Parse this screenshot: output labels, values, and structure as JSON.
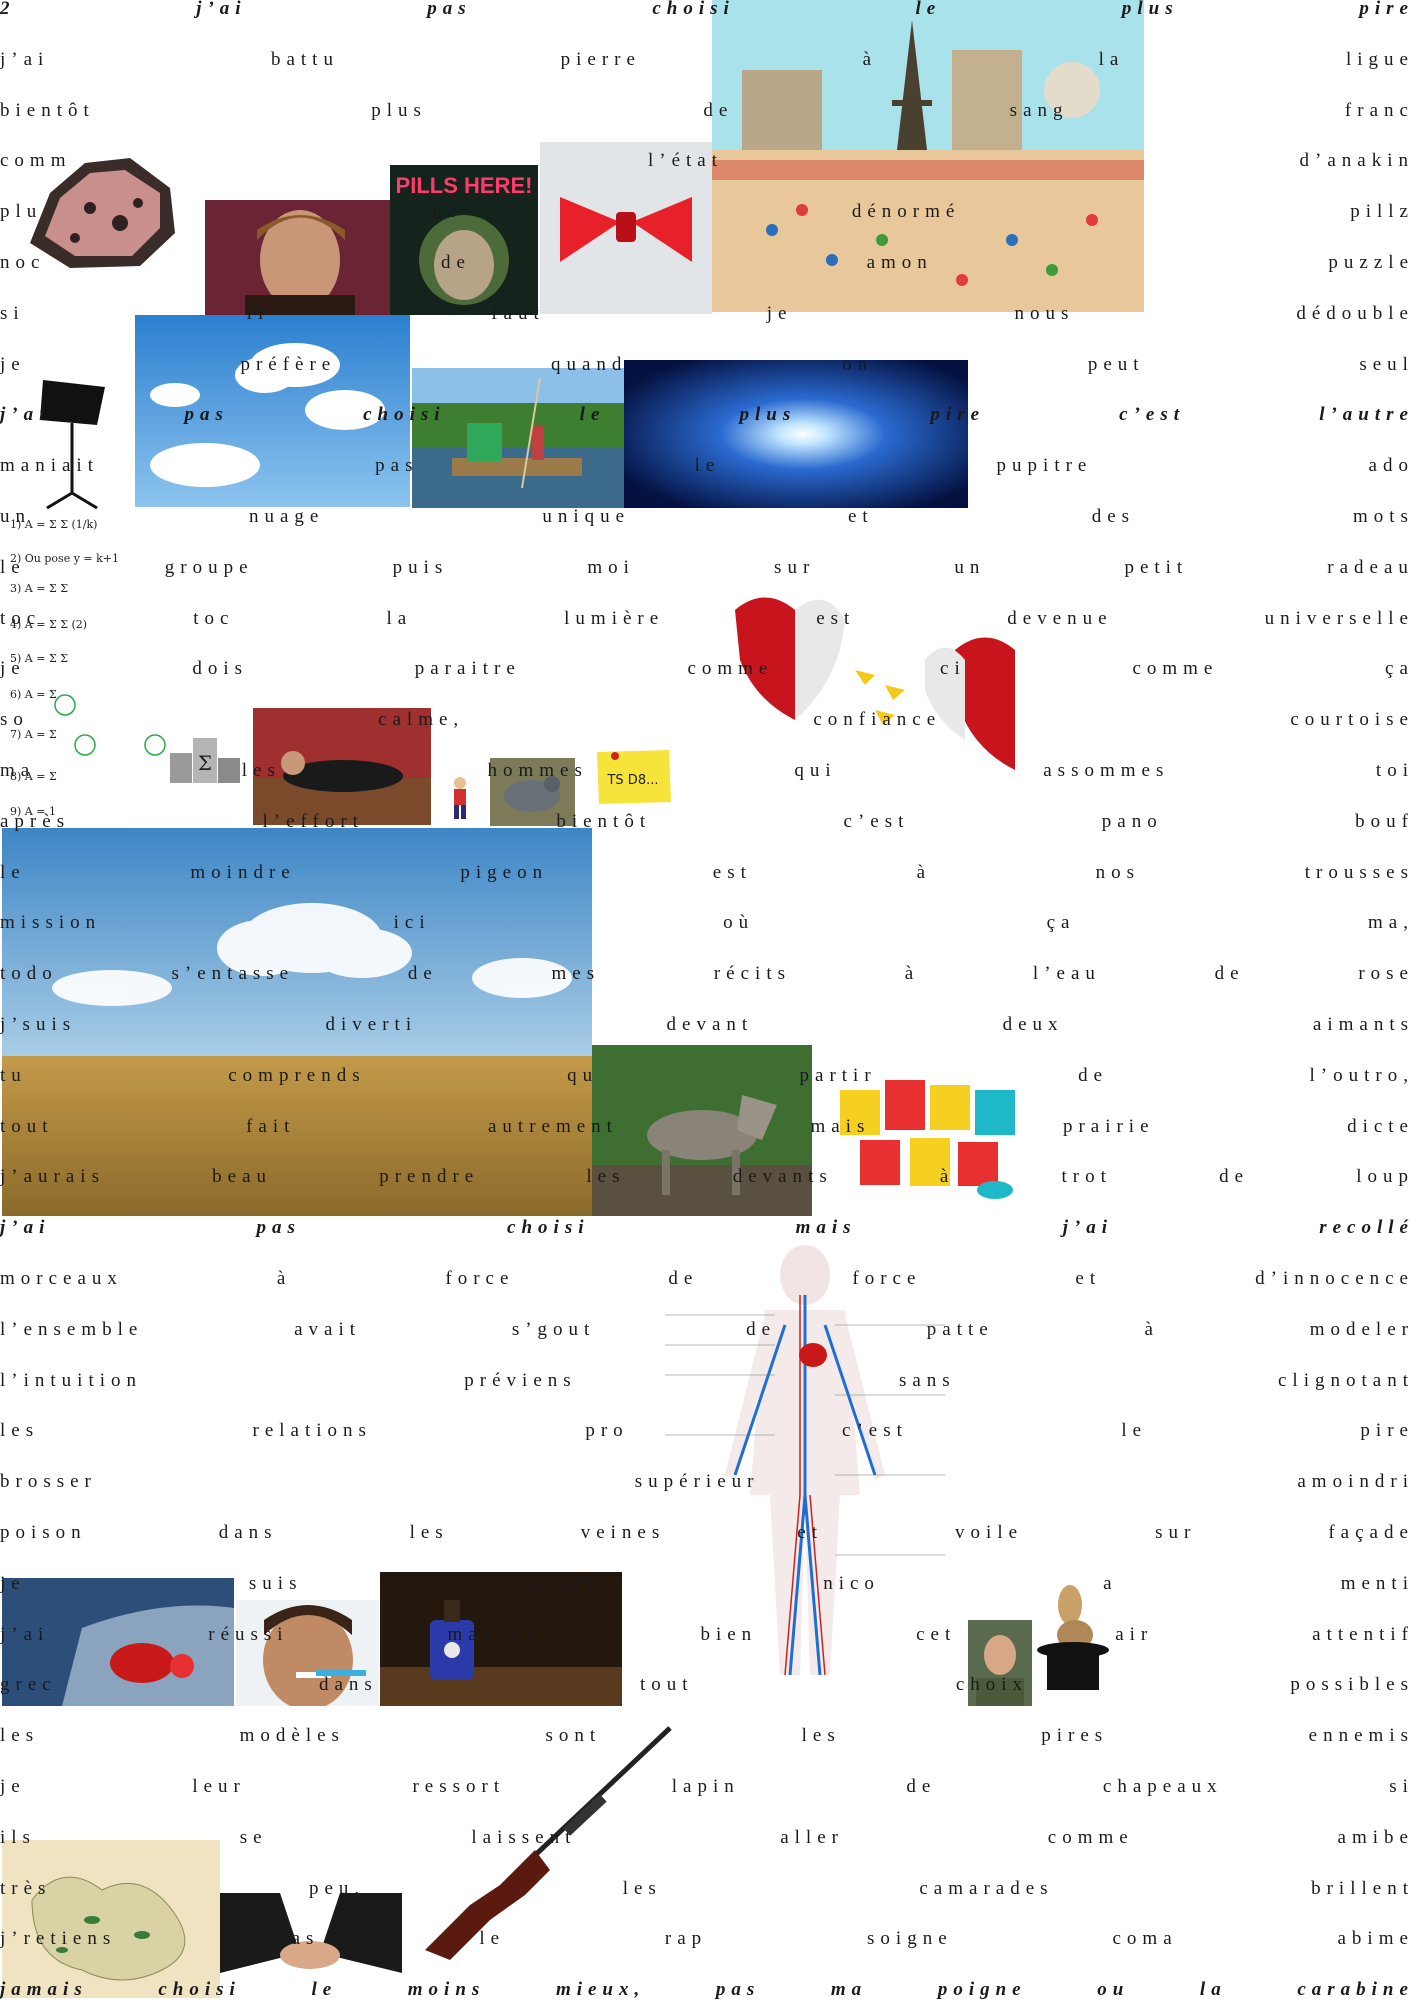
{
  "poem": {
    "lines": [
      {
        "text": "2 j’ai pas choisi le plus pire",
        "style": "bold"
      },
      {
        "text": "j’ai battu pierre à la ligue",
        "style": "normal"
      },
      {
        "text": "bientôt plus de sang franc",
        "style": "normal"
      },
      {
        "text": "comm l’état d’anakin",
        "style": "normal"
      },
      {
        "text": "plu de dénormé pillz",
        "style": "normal"
      },
      {
        "text": "noc de amon puzzle",
        "style": "normal"
      },
      {
        "text": "si il faut je nous dédouble",
        "style": "normal"
      },
      {
        "text": "je préfère quand on peut seul",
        "style": "normal"
      },
      {
        "text": "j’ai pas choisi le plus pire c’est l’autre",
        "style": "bold"
      },
      {
        "text": "maniait pas le pupitre ado",
        "style": "normal"
      },
      {
        "text": "un nuage unique et des mots",
        "style": "normal"
      },
      {
        "text": "le groupe puis moi sur un petit radeau",
        "style": "normal"
      },
      {
        "text": "toc toc la lumière est devenue universelle",
        "style": "normal"
      },
      {
        "text": "je dois paraitre comme ci comme ça",
        "style": "normal"
      },
      {
        "text": "so calme, confiance courtoise",
        "style": "normal"
      },
      {
        "text": "ma les hommes qui assommes toi",
        "style": "normal"
      },
      {
        "text": "après l’effort bientôt c’est pano bouf",
        "style": "normal"
      },
      {
        "text": "le moindre pigeon est à nos trousses",
        "style": "normal"
      },
      {
        "text": "mission ici où ça ma,",
        "style": "normal"
      },
      {
        "text": "todo s’entasse de mes récits à l’eau de rose",
        "style": "normal"
      },
      {
        "text": "j’suis diverti devant deux aimants",
        "style": "normal"
      },
      {
        "text": "tu comprends qu partir de l’outro,",
        "style": "normal"
      },
      {
        "text": "tout fait autrement mais prairie dicte",
        "style": "normal"
      },
      {
        "text": "j’aurais beau prendre les devants à trot de loup",
        "style": "normal"
      },
      {
        "text": "j’ai pas choisi mais j’ai recollé",
        "style": "bold"
      },
      {
        "text": "morceaux à force de force et d’innocence",
        "style": "normal"
      },
      {
        "text": "l’ensemble avait s’gout de patte à modeler",
        "style": "normal"
      },
      {
        "text": "l’intuition préviens sans clignotant",
        "style": "normal"
      },
      {
        "text": "les relations pro c’est le pire",
        "style": "normal"
      },
      {
        "text": "brosser supérieur amoindri",
        "style": "normal"
      },
      {
        "text": "poison dans les veines et voile sur façade",
        "style": "normal"
      },
      {
        "text": "je suis brody nico a menti",
        "style": "normal"
      },
      {
        "text": "j’ai réussi masque bien cet air attentif",
        "style": "normal"
      },
      {
        "text": "grec dans tout choix possibles",
        "style": "normal"
      },
      {
        "text": "les modèles sont les pires ennemis",
        "style": "normal"
      },
      {
        "text": "je leur ressort lapin de chapeaux si",
        "style": "normal"
      },
      {
        "text": "ils se laissent aller comme amibe",
        "style": "normal"
      },
      {
        "text": "très peu, les camarades brillent",
        "style": "normal"
      },
      {
        "text": "j’retiens pas le rap soigne coma abime",
        "style": "normal"
      },
      {
        "text": "jamais choisi le moins mieux, pas ma poigne ou la carabine",
        "style": "bold"
      }
    ]
  },
  "images": {
    "paris_label": "Paris illustration",
    "pills_text": "PILLS HERE!",
    "sticky_note_text": "TS D8...",
    "play_doh_label": "Play-Doh",
    "poison_label": "poison bottle"
  },
  "colors": {
    "text": "#1a1a1a",
    "sky": "#3c8fd6",
    "bowtie": "#e8202a",
    "heart": "#c8141c",
    "vein": "#1f6fd0"
  }
}
